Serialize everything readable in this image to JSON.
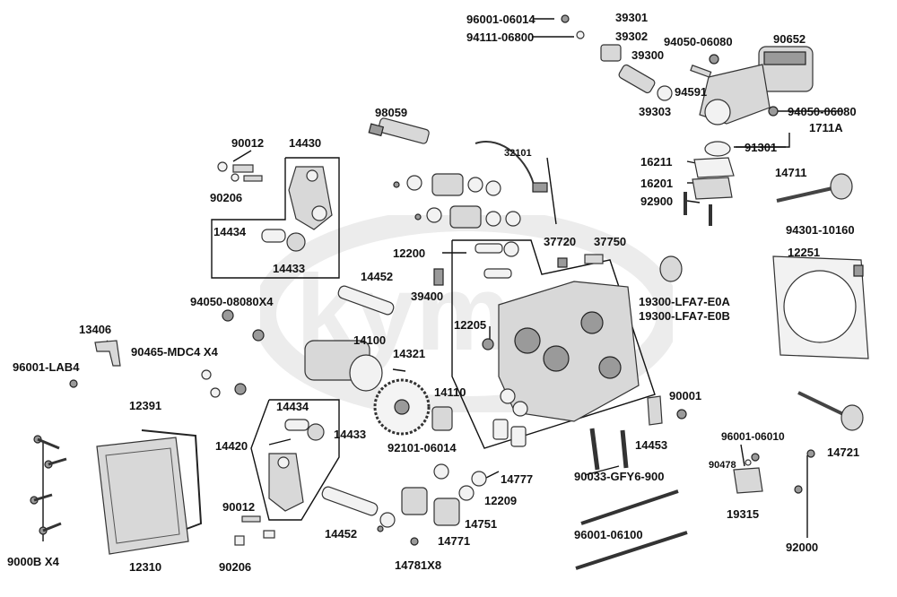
{
  "watermark_text": "kymco",
  "labels": {
    "p96001_06014": "96001-06014",
    "p94111_06800": "94111-06800",
    "p39301": "39301",
    "p39302": "39302",
    "p39300": "39300",
    "p39303": "39303",
    "p94050_06080_a": "94050-06080",
    "p90652": "90652",
    "p94591": "94591",
    "p94050_06080_b": "94050-06080",
    "p1711A": "1711A",
    "p91301": "91301",
    "p16211": "16211",
    "p16201": "16201",
    "p92900": "92900",
    "p14711": "14711",
    "p98059": "98059",
    "p32101": "32101",
    "p90012_a": "90012",
    "p14430": "14430",
    "p90206_a": "90206",
    "p14434_a": "14434",
    "p14433_a": "14433",
    "p12200": "12200",
    "p37720": "37720",
    "p37750": "37750",
    "p94301_10160": "94301-10160",
    "p12251": "12251",
    "p14452_a": "14452",
    "p39400": "39400",
    "p19300_LFA7_E0A": "19300-LFA7-E0A",
    "p19300_LFA7_E0B": "19300-LFA7-E0B",
    "p94050_08080X4": "94050-08080X4",
    "p12205": "12205",
    "p13406": "13406",
    "p14100": "14100",
    "p14321": "14321",
    "p90465_MDC4X4": "90465-MDC4 X4",
    "p96001_LAB4": "96001-LAB4",
    "p14110": "14110",
    "p90001": "90001",
    "p14721": "14721",
    "p12391": "12391",
    "p14434_b": "14434",
    "p14433_b": "14433",
    "p14420": "14420",
    "p92101_06014": "92101-06014",
    "p14453": "14453",
    "p96001_06010": "96001-06010",
    "p90478": "90478",
    "p14777": "14777",
    "p90033_GFY6_900": "90033-GFY6-900",
    "p12209": "12209",
    "p19315": "19315",
    "p90012_b": "90012",
    "p14751": "14751",
    "p96001_06100": "96001-06100",
    "p92000": "92000",
    "p14452_b": "14452",
    "p14771": "14771",
    "p9000BX4": "9000B X4",
    "p12310": "12310",
    "p90206_b": "90206",
    "p14781X8": "14781X8"
  },
  "colors": {
    "ink": "#111111",
    "watermark": "#e9e9e9",
    "part_fill": "#d8d8d8"
  }
}
